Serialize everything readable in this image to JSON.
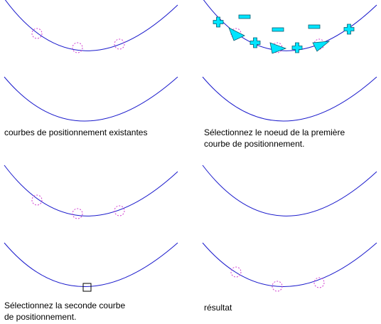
{
  "captions": {
    "existing_curves": "courbes de positionnement existantes",
    "select_first": [
      "Sélectionnez le noeud de la première",
      "courbe de positionnement."
    ],
    "select_second": [
      "Sélectionnez la seconde courbe",
      "de positionnement."
    ],
    "result": "résultat"
  },
  "colors": {
    "curve": "#1a1acc",
    "node_marker": "#d040d0",
    "grip": "#00e5ff",
    "grip_outline": "#0a5a6e",
    "pick_box": "#000000"
  },
  "icons": {
    "node": "dashed-circle",
    "add_grip": "plus-grip",
    "remove_grip": "minus-grip",
    "direction_grip": "triangle-grip",
    "pick": "square-pickbox"
  }
}
